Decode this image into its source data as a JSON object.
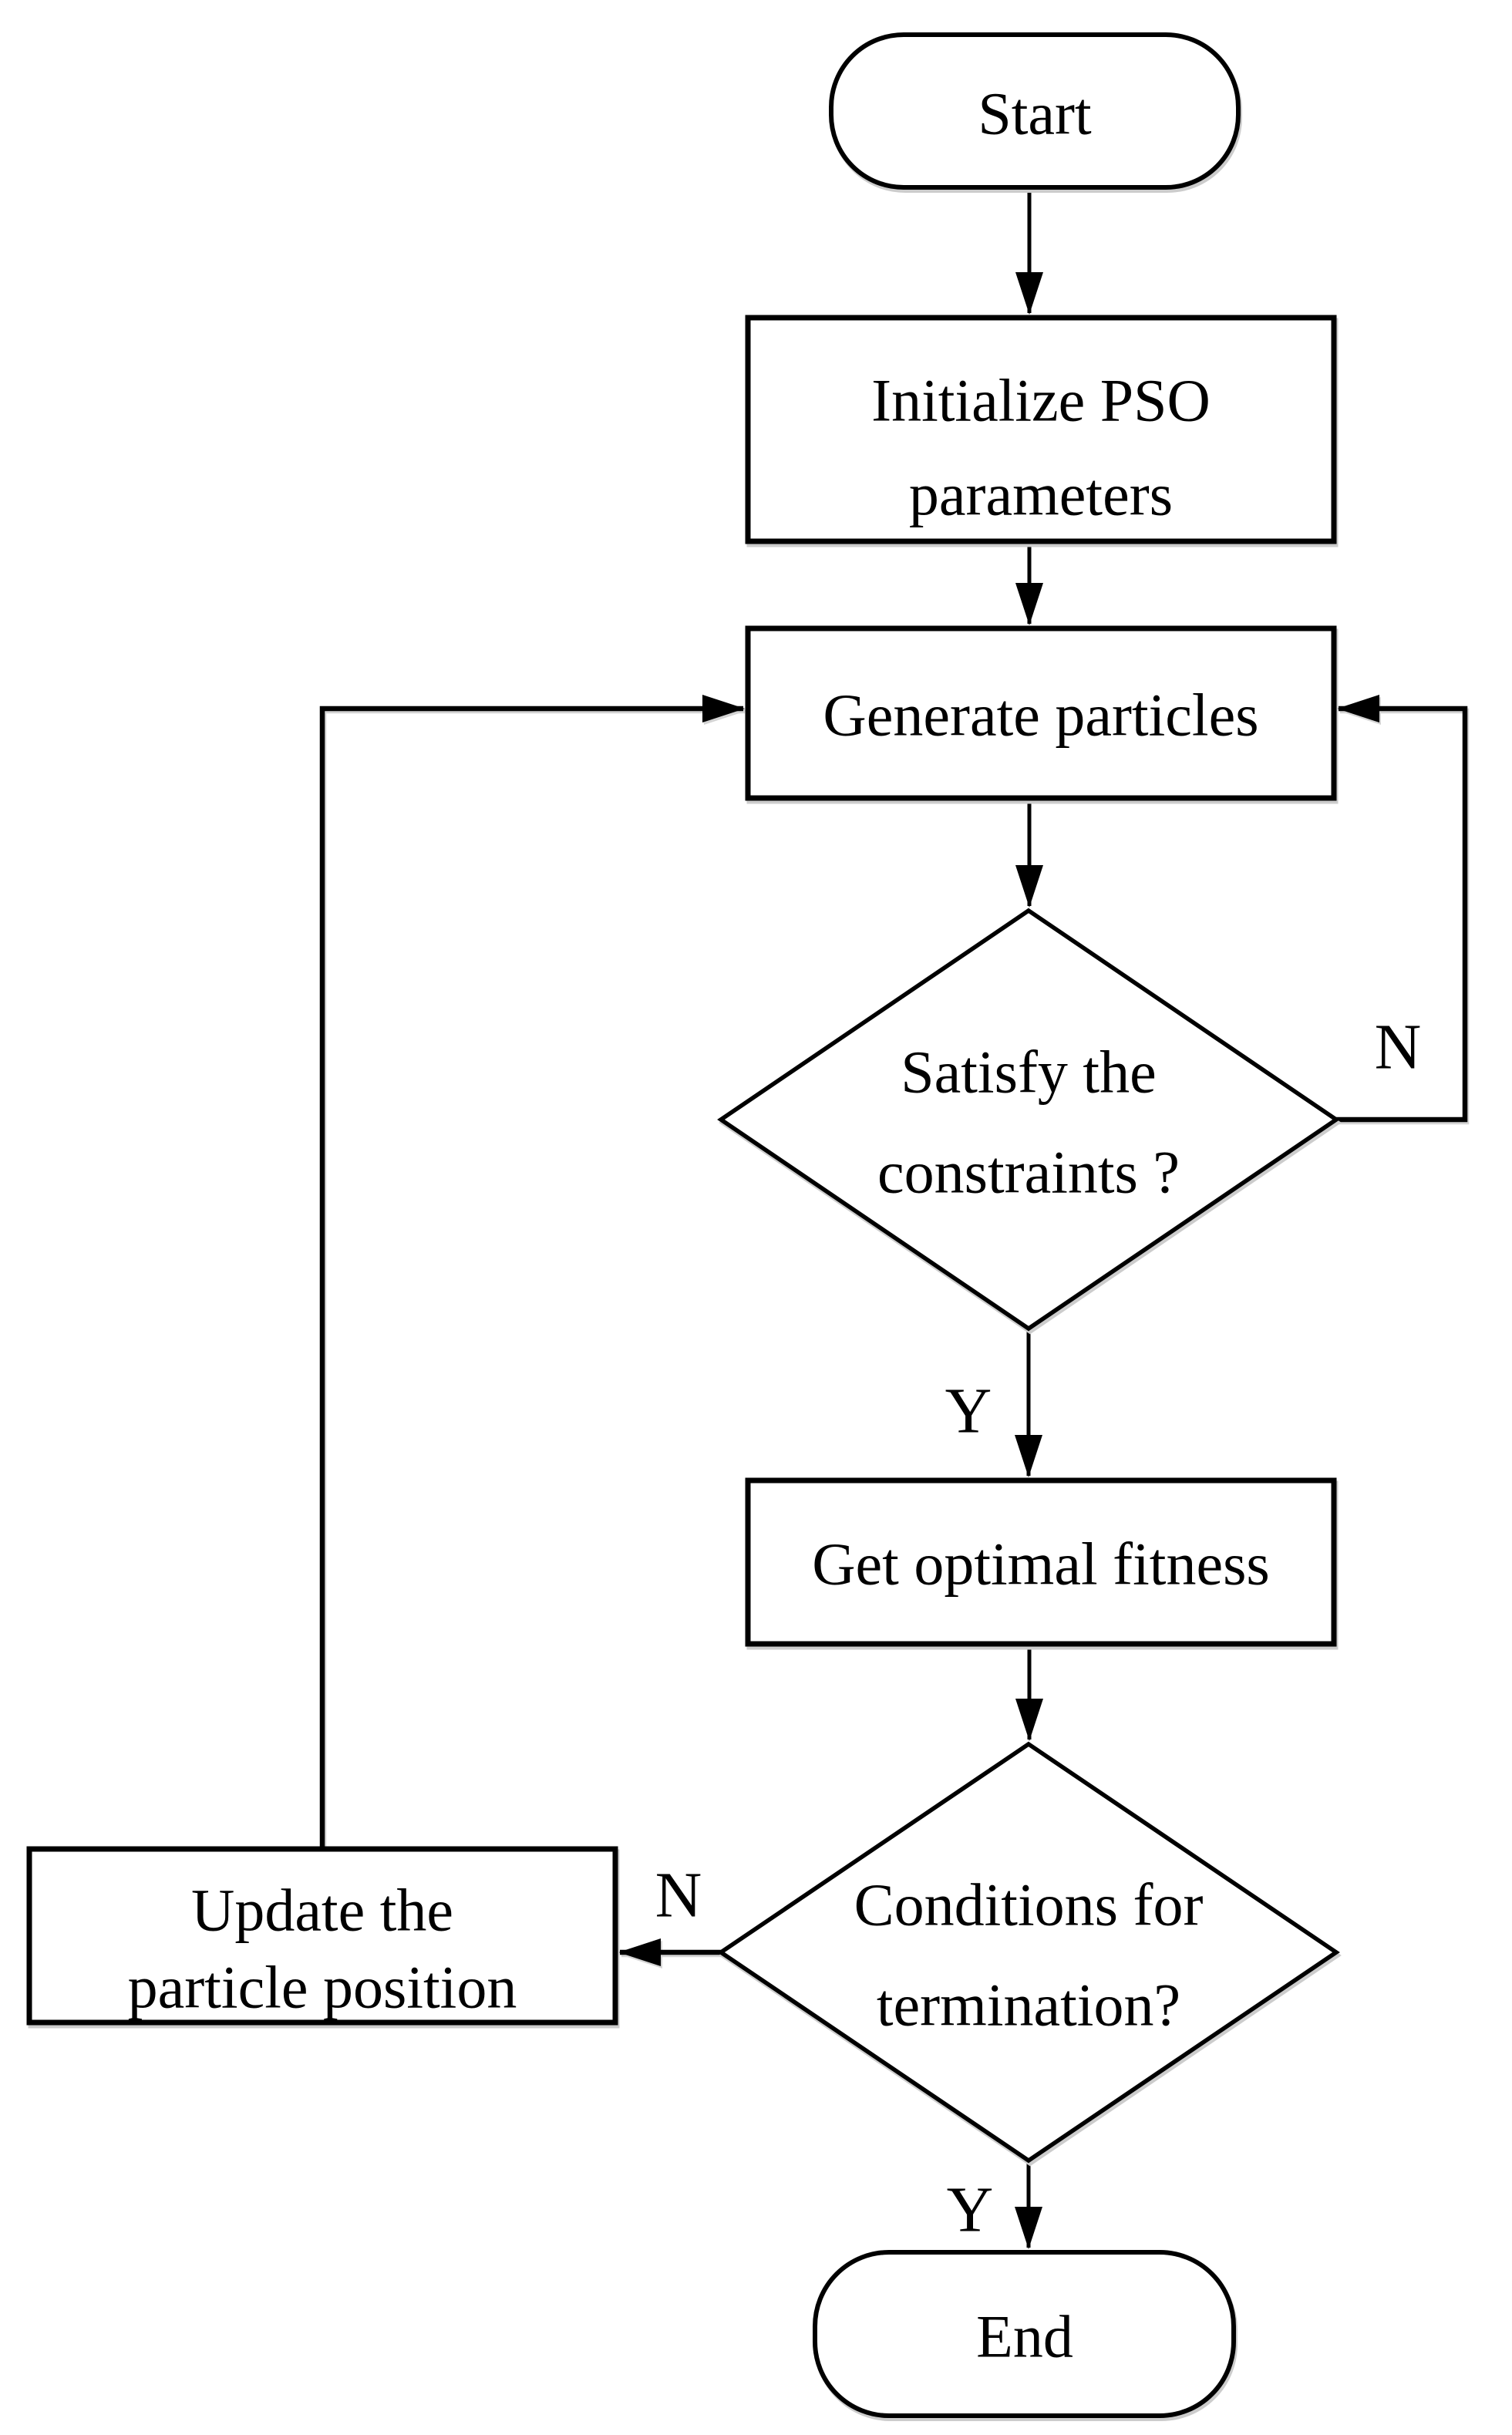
{
  "flowchart": {
    "background_color": "#ffffff",
    "line_color": "#000000",
    "shadow_color": "#cccccc",
    "nodes": {
      "start": {
        "label": "Start"
      },
      "initialize": {
        "line1": "Initialize PSO",
        "line2": "parameters"
      },
      "generate": {
        "label": "Generate particles"
      },
      "constraints": {
        "line1": "Satisfy the",
        "line2": "constraints ?"
      },
      "fitness": {
        "label": "Get optimal fitness"
      },
      "termination": {
        "line1": "Conditions for",
        "line2": "termination?"
      },
      "update": {
        "line1": "Update the",
        "line2": "particle position"
      },
      "end": {
        "label": "End"
      }
    },
    "edge_labels": {
      "constraints_no": "N",
      "constraints_yes": "Y",
      "termination_no": "N",
      "termination_yes": "Y"
    }
  }
}
